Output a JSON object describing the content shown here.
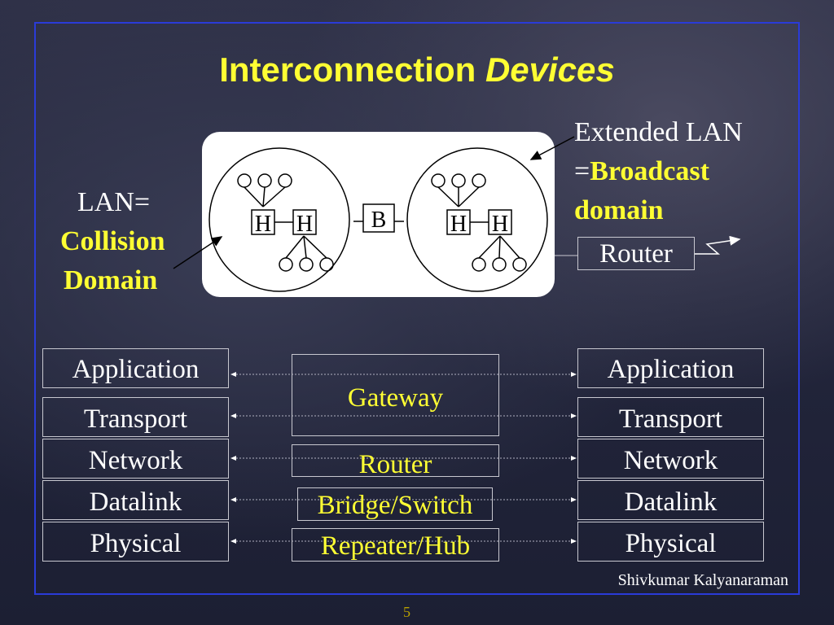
{
  "title": {
    "main": "Interconnection",
    "emph": "Devices"
  },
  "left_label": {
    "line1": "LAN=",
    "line2": "Collision",
    "line3": "Domain"
  },
  "right_label": {
    "line1": "Extended LAN",
    "line2_prefix": "=",
    "line2_bold": "Broadcast",
    "line3": "domain"
  },
  "diagram": {
    "host": "H",
    "bridge": "B",
    "router": "Router"
  },
  "stack_left": [
    "Application",
    "Transport",
    "Network",
    "Datalink",
    "Physical"
  ],
  "stack_right": [
    "Application",
    "Transport",
    "Network",
    "Datalink",
    "Physical"
  ],
  "devices": {
    "gateway": "Gateway",
    "router": "Router",
    "bridge_switch": "Bridge/Switch",
    "repeater_hub": "Repeater/Hub"
  },
  "footer": "Shivkumar Kalyanaraman",
  "page_number": "5"
}
